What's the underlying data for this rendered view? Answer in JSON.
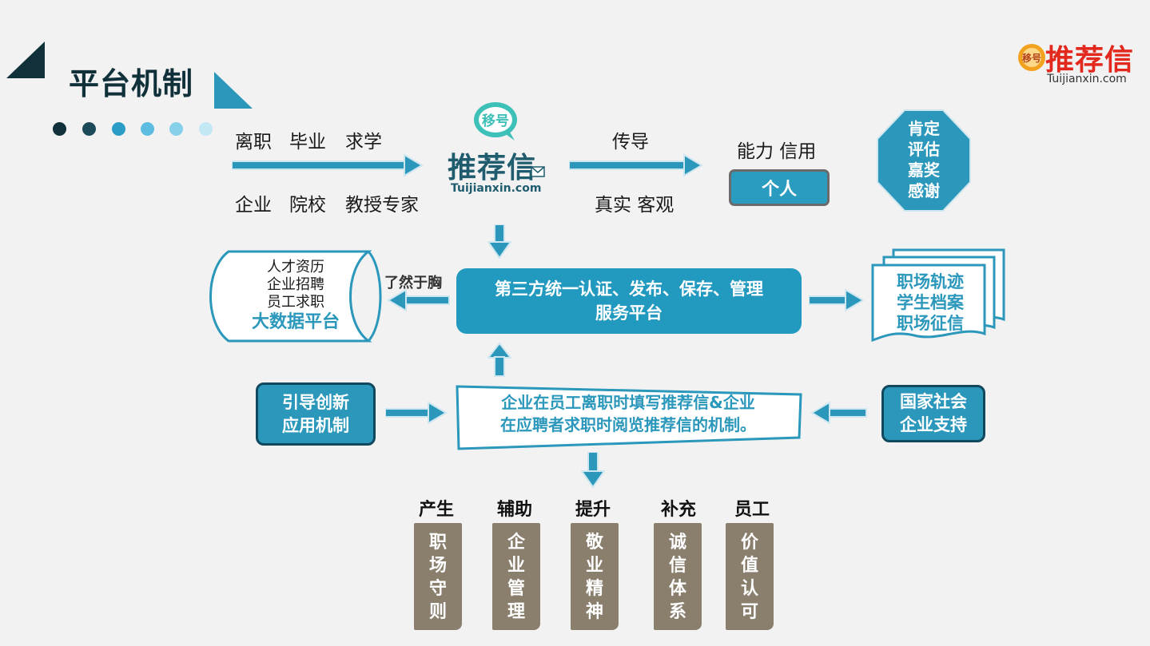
{
  "page_title": "平台机制",
  "brand": {
    "name": "推荐信",
    "domain": "Tuijianxin.com",
    "seal": "移号"
  },
  "top_row": {
    "inputs_top": [
      "离职",
      "毕业",
      "求学"
    ],
    "inputs_bottom": [
      "企业",
      "院校",
      "教授专家"
    ],
    "center_logo": {
      "seal": "移号",
      "name": "推荐信",
      "domain": "Tuijianxin.com"
    },
    "arrow_label_top": "传导",
    "arrow_label_bottom": "真实 客观",
    "person_caption": "能力 信用",
    "person_button": "个人",
    "octagon_lines": [
      "肯定",
      "评估",
      "嘉奖",
      "感谢"
    ]
  },
  "scroll": {
    "lines": [
      "人才资历",
      "企业招聘",
      "员工求职"
    ],
    "highlight": "大数据平台",
    "arrow_label": "了然于胸"
  },
  "main_box": {
    "line1": "第三方统一认证、发布、保存、管理",
    "line2": "服务平台"
  },
  "documents": {
    "lines": [
      "职场轨迹",
      "学生档案",
      "职场征信"
    ]
  },
  "mechanism": {
    "line1": "企业在员工离职时填写推荐信&企业",
    "line2": "在应聘者求职时阅览推荐信的机制。"
  },
  "left_box": {
    "lines": [
      "引导创新",
      "应用机制"
    ]
  },
  "right_box": {
    "lines": [
      "国家社会",
      "企业支持"
    ]
  },
  "outcomes": [
    {
      "head": "产生",
      "body": "职场守则"
    },
    {
      "head": "辅助",
      "body": "企业管理"
    },
    {
      "head": "提升",
      "body": "敬业精神"
    },
    {
      "head": "补充",
      "body": "诚信体系"
    },
    {
      "head": "员工",
      "body": "价值认可"
    }
  ],
  "colors": {
    "accent": "#2299be",
    "dark": "#10303a",
    "outcome_bar": "#8a7e6d",
    "arrow": "#2a97bb"
  }
}
